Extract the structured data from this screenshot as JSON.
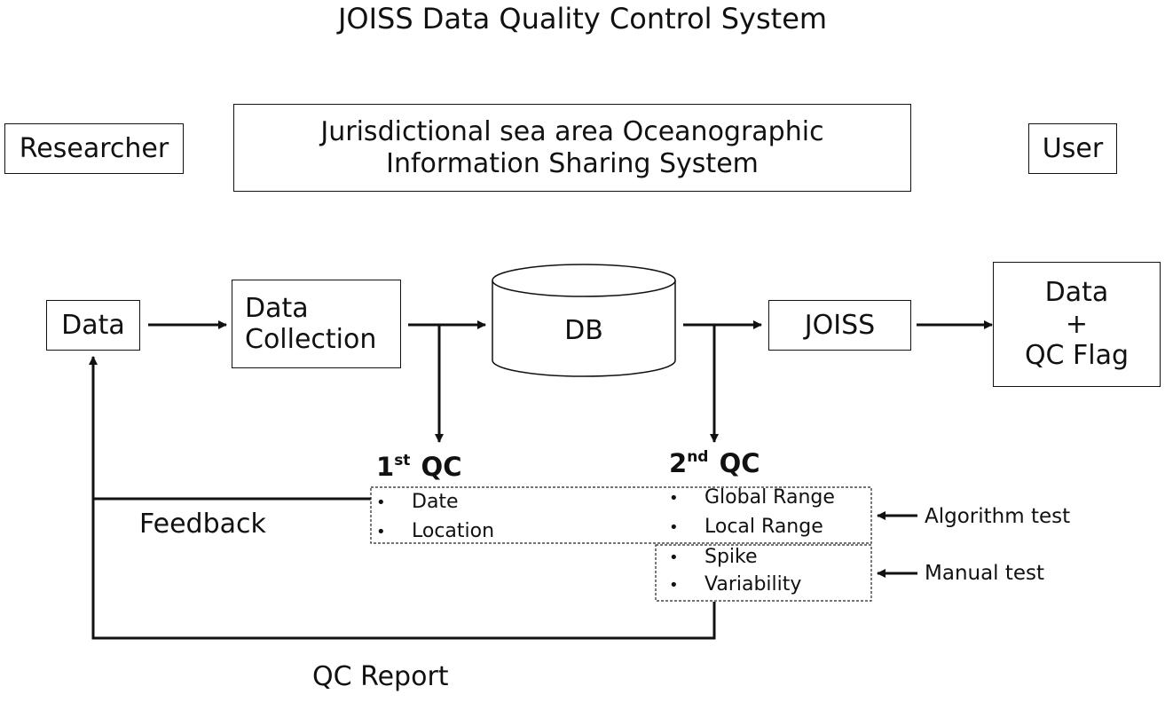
{
  "title": "JOISS Data Quality Control System",
  "top": {
    "researcher": "Researcher",
    "system_lines": [
      "Jurisdictional sea area Oceanographic",
      "Information Sharing System"
    ],
    "user": "User"
  },
  "flow": {
    "data": "Data",
    "collection_lines": [
      "Data",
      "Collection"
    ],
    "db": "DB",
    "joiss": "JOISS",
    "output_lines": [
      "Data",
      "+",
      "QC Flag"
    ]
  },
  "qc1": {
    "number": "1",
    "suffix": "st",
    "label": "QC",
    "items": [
      "Date",
      "Location"
    ]
  },
  "qc2": {
    "number": "2",
    "suffix": "nd",
    "label": "QC",
    "algorithm_items": [
      "Global Range",
      "Local Range"
    ],
    "manual_items": [
      "Spike",
      "Variability"
    ]
  },
  "bullet": "•",
  "labels": {
    "feedback": "Feedback",
    "qc_report": "QC Report",
    "algorithm_test": "Algorithm test",
    "manual_test": "Manual test"
  }
}
